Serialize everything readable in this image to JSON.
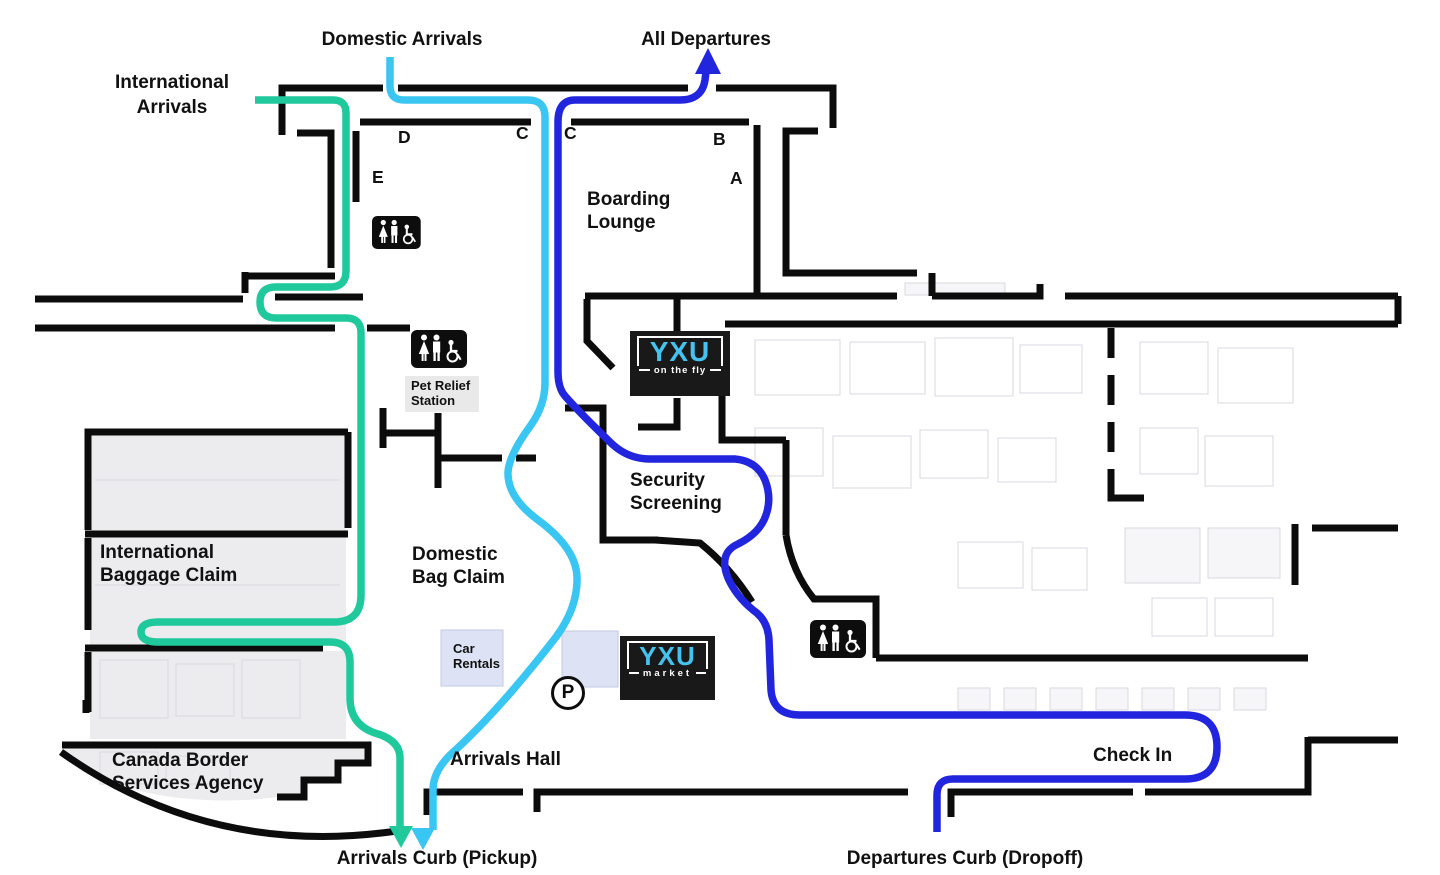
{
  "labels": {
    "domestic_arrivals": "Domestic Arrivals",
    "all_departures": "All Departures",
    "international_arrivals": "International\nArrivals",
    "boarding_lounge": "Boarding\nLounge",
    "security_screening": "Security\nScreening",
    "international_baggage_claim": "International\nBaggage Claim",
    "domestic_bag_claim": "Domestic\nBag Claim",
    "canada_border_services_agency": "Canada Border\nServices Agency",
    "arrivals_hall": "Arrivals Hall",
    "check_in": "Check In",
    "arrivals_curb": "Arrivals Curb (Pickup)",
    "departures_curb": "Departures Curb (Dropoff)",
    "pet_relief_station": "Pet Relief\nStation",
    "car_rentals": "Car\nRentals",
    "parking": "P"
  },
  "gates": {
    "a": "A",
    "b": "B",
    "c_left": "C",
    "c_right": "C",
    "d": "D",
    "e": "E"
  },
  "logos": {
    "on_the_fly": {
      "name": "YXU",
      "tagline": "on the fly"
    },
    "market": {
      "name": "YXU",
      "tagline": "market"
    }
  },
  "routes": [
    {
      "id": "international-arrivals",
      "label": "International Arrivals",
      "color": "#1fc99c"
    },
    {
      "id": "domestic-arrivals",
      "label": "Domestic Arrivals",
      "color": "#3ac6f2"
    },
    {
      "id": "all-departures",
      "label": "All Departures",
      "color": "#2125de"
    }
  ],
  "icons": {
    "restroom": "restroom-accessible-icon",
    "parking": "parking-icon",
    "departures_arrow": "up-arrow-icon",
    "arrivals_arrows": "down-arrow-icon"
  },
  "colors": {
    "wall": "#0c0c0c",
    "logo_accent": "#45c3f0",
    "hall_fill": "#ececee",
    "box_fill": "#dde2f4"
  }
}
